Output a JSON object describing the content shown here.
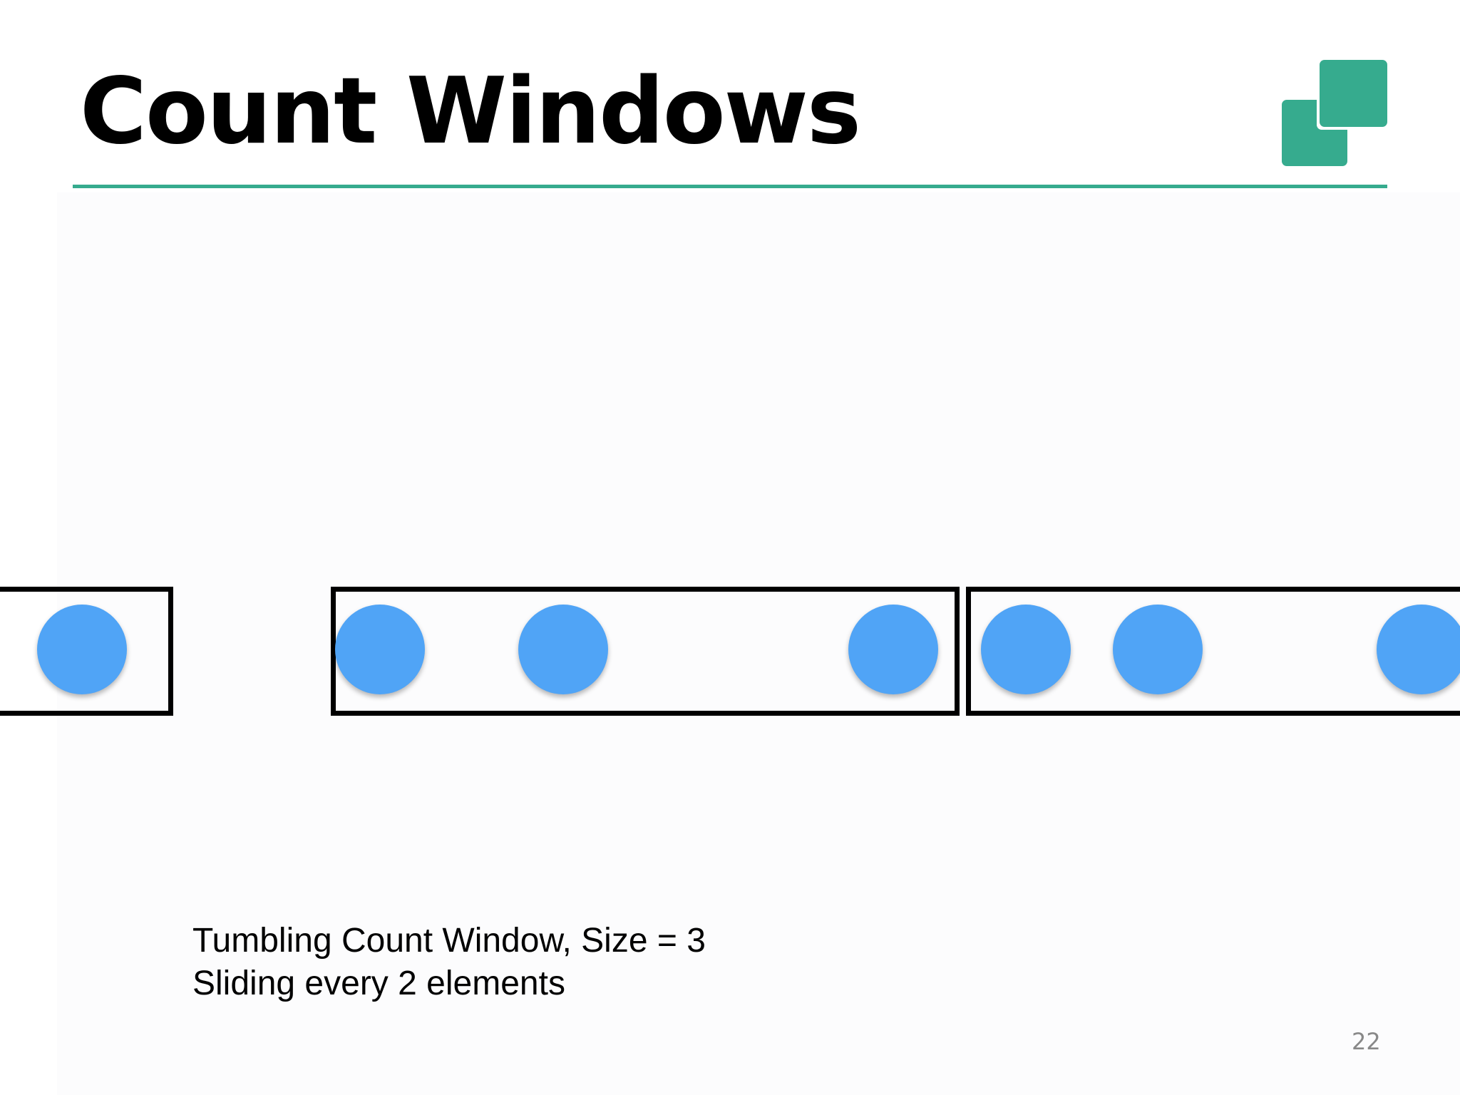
{
  "slide": {
    "title": "Count Windows",
    "caption_line_1": "Tumbling Count Window, Size = 3",
    "caption_line_2": "Sliding every 2 elements",
    "slide_number": "22",
    "logo_icon": "two-overlapping-squares-icon",
    "accent_color": "#36ab8e",
    "element_color": "#50a4f6"
  },
  "diagram": {
    "windows": [
      {
        "elements": 1
      },
      {
        "elements": 3
      },
      {
        "elements": 3
      }
    ],
    "total_elements": 7
  }
}
